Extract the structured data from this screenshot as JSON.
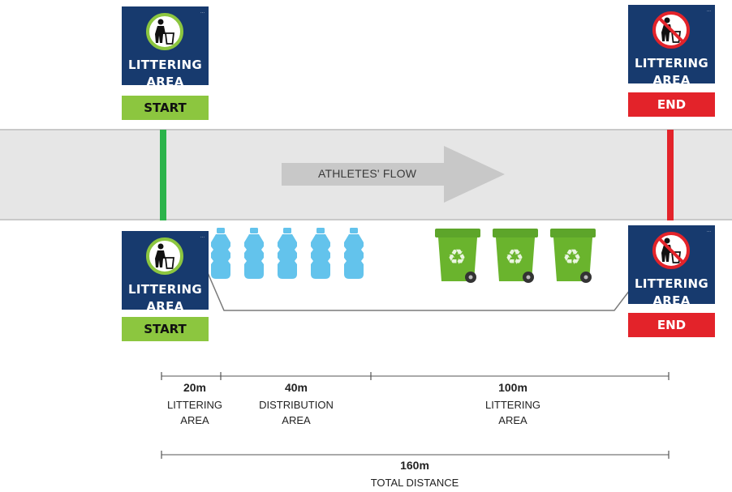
{
  "flow_label": "ATHLETES' FLOW",
  "signs": {
    "start_top": {
      "line1": "LITTERING",
      "line2": "AREA",
      "footer": "START",
      "brand": "···"
    },
    "end_top": {
      "line1": "LITTERING",
      "line2": "AREA",
      "footer": "END",
      "brand": "···"
    },
    "start_bottom": {
      "line1": "LITTERING",
      "line2": "AREA",
      "footer": "START",
      "brand": "···"
    },
    "end_bottom": {
      "line1": "LITTERING",
      "line2": "AREA",
      "footer": "END",
      "brand": "···"
    }
  },
  "segments": [
    {
      "distance": "20m",
      "label_line1": "LITTERING",
      "label_line2": "AREA"
    },
    {
      "distance": "40m",
      "label_line1": "DISTRIBUTION",
      "label_line2": "AREA"
    },
    {
      "distance": "100m",
      "label_line1": "LITTERING",
      "label_line2": "AREA"
    }
  ],
  "total": {
    "distance": "160m",
    "label": "TOTAL DISTANCE"
  },
  "icons": [
    "person-binning-icon",
    "no-littering-icon",
    "water-bottle-icon",
    "recycling-bin-icon"
  ],
  "colors": {
    "sign_blue": "#173a6e",
    "start_green": "#8cc63f",
    "end_red": "#e3232a",
    "line_green": "#2bb34a",
    "bottle_blue": "#63c3ec",
    "bin_green": "#6ab42d"
  }
}
